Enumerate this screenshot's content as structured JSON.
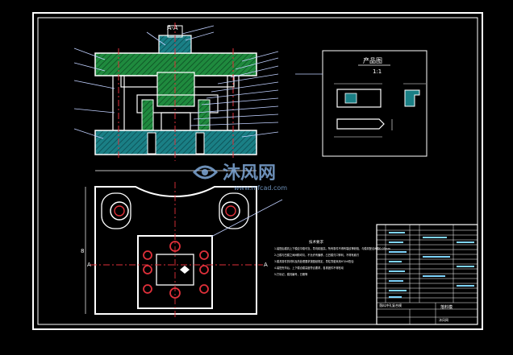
{
  "drawing": {
    "section_label": "A-A",
    "product_title": "产品图",
    "product_scale": "1:1",
    "notes_title": "技术要求",
    "notes": [
      "1.装配后模具上下模应平稳可靠，导向精度高，所有零件不得有裂纹等缺陷，与模具配合间隙0.05mm",
      "2.凸模与凹模之间间隙均匀，不允许有偏移，凸凹模刃口锋利，不得有崩刃",
      "3.模具零件的材料及热处理要求按图纸规定，导柱导套采用H7/h6配合",
      "4.装配完毕后，上下模合模高度符合要求，各紧固件不得松动",
      "5.打标记，模具编号，日期等"
    ],
    "section_marker_left": "A",
    "section_marker_right": "A",
    "title_block_name": "落料模",
    "title_block_company": "沐风网",
    "title_block_sub": "落料冲孔复合模"
  },
  "watermark": {
    "brand": "沐风网",
    "url": "www.mfcad.com"
  },
  "colors": {
    "background": "#000000",
    "line": "#ffffff",
    "hatch_green": "#1f8a3e",
    "hatch_teal": "#1a7f85",
    "center_line": "#e0303a",
    "leader": "#c0d0ff",
    "watermark": "#7fa8d8"
  }
}
